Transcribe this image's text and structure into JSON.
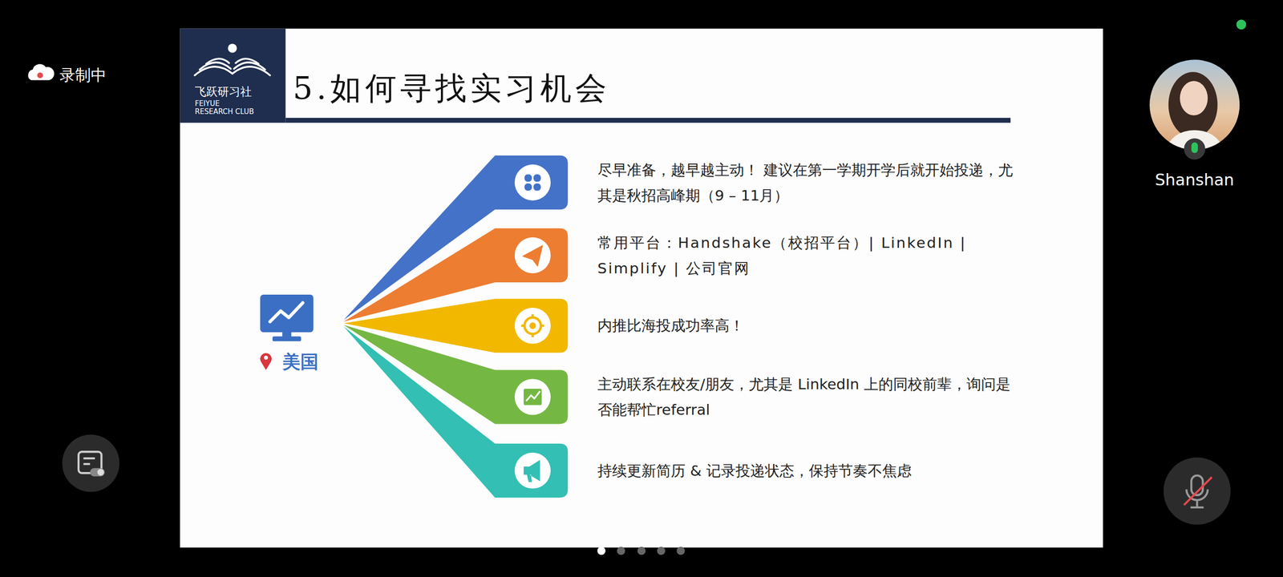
{
  "diagram": {
    "title": "5.如何寻找实习机会",
    "nodes": [
      {
        "text": [
          "尽早准备，越早越主动！ 建议在第一学期开学后就开始投递，尤其是秋招高峰期（9 – 11月）"
        ]
      },
      {
        "text": [
          "常用平台：Handshake（校招平台）| LinkedIn | Simplify | 公司官网"
        ]
      },
      {
        "text": [
          "内推比海投成功率高！"
        ]
      },
      {
        "text": [
          "主动联系在校友/朋友，尤其是 LinkedIn 上的同校前辈，询问是否能帮忙referral"
        ]
      },
      {
        "text": [
          "持续更新简历 & 记录投递状态，保持节奏不焦虑"
        ]
      }
    ],
    "labels": [
      "录制中",
      "飞跃研习社",
      "FEIYUE",
      "RESEARCH CLUB",
      "美国",
      "Shanshan"
    ]
  }
}
